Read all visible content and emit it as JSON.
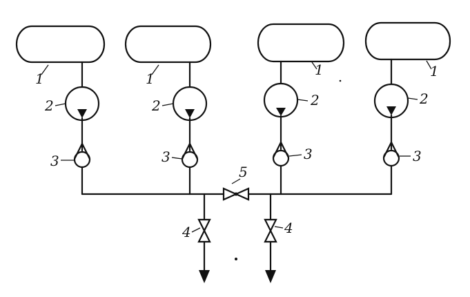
{
  "diagram": {
    "labels": {
      "tank": "1",
      "pump": "2",
      "check_valve": "3",
      "outlet_valve": "4",
      "cross_valve": "5"
    },
    "colors": {
      "ink": "#111111",
      "paper": "#ffffff"
    },
    "units": [
      {
        "id": "unit-1",
        "tank_label": "1",
        "pump_label": "2",
        "check_label": "3"
      },
      {
        "id": "unit-2",
        "tank_label": "1",
        "pump_label": "2",
        "check_label": "3"
      },
      {
        "id": "unit-3",
        "tank_label": "1",
        "pump_label": "2",
        "check_label": "3"
      },
      {
        "id": "unit-4",
        "tank_label": "1",
        "pump_label": "2",
        "check_label": "3"
      }
    ],
    "outlets": [
      {
        "id": "outlet-left",
        "valve_label": "4"
      },
      {
        "id": "outlet-right",
        "valve_label": "4"
      }
    ]
  }
}
